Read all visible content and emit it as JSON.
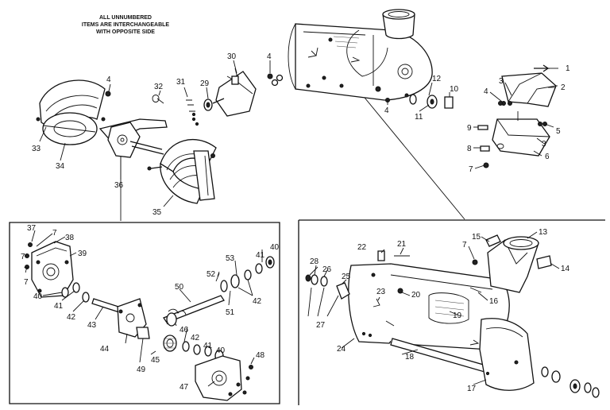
{
  "note": {
    "line1": "ALL UNNUMBERED",
    "line2": "ITEMS ARE INTERCHANGEABLE",
    "line3": "WITH OPPOSITE SIDE"
  },
  "callouts": [
    {
      "id": "c1",
      "text": "1"
    },
    {
      "id": "c2",
      "text": "2"
    },
    {
      "id": "c3a",
      "text": "3"
    },
    {
      "id": "c3b",
      "text": "3"
    },
    {
      "id": "c4a",
      "text": "4"
    },
    {
      "id": "c4b",
      "text": "4"
    },
    {
      "id": "c4c",
      "text": "4"
    },
    {
      "id": "c4d",
      "text": "4"
    },
    {
      "id": "c5",
      "text": "5"
    },
    {
      "id": "c6",
      "text": "6"
    },
    {
      "id": "c7a",
      "text": "7"
    },
    {
      "id": "c7b",
      "text": "7"
    },
    {
      "id": "c7c",
      "text": "7"
    },
    {
      "id": "c7d",
      "text": "7"
    },
    {
      "id": "c7e",
      "text": "7"
    },
    {
      "id": "c7f",
      "text": "7"
    },
    {
      "id": "c8",
      "text": "8"
    },
    {
      "id": "c9",
      "text": "9"
    },
    {
      "id": "c10",
      "text": "10"
    },
    {
      "id": "c11",
      "text": "11"
    },
    {
      "id": "c12",
      "text": "12"
    },
    {
      "id": "c13",
      "text": "13"
    },
    {
      "id": "c14",
      "text": "14"
    },
    {
      "id": "c15",
      "text": "15"
    },
    {
      "id": "c16",
      "text": "16"
    },
    {
      "id": "c17",
      "text": "17"
    },
    {
      "id": "c18",
      "text": "18"
    },
    {
      "id": "c19",
      "text": "19"
    },
    {
      "id": "c20",
      "text": "20"
    },
    {
      "id": "c21",
      "text": "21"
    },
    {
      "id": "c22",
      "text": "22"
    },
    {
      "id": "c23",
      "text": "23"
    },
    {
      "id": "c24",
      "text": "24"
    },
    {
      "id": "c25",
      "text": "25"
    },
    {
      "id": "c26",
      "text": "26"
    },
    {
      "id": "c27",
      "text": "27"
    },
    {
      "id": "c28",
      "text": "28"
    },
    {
      "id": "c29",
      "text": "29"
    },
    {
      "id": "c30",
      "text": "30"
    },
    {
      "id": "c31",
      "text": "31"
    },
    {
      "id": "c32",
      "text": "32"
    },
    {
      "id": "c33",
      "text": "33"
    },
    {
      "id": "c34",
      "text": "34"
    },
    {
      "id": "c35",
      "text": "35"
    },
    {
      "id": "c36",
      "text": "36"
    },
    {
      "id": "c37",
      "text": "37"
    },
    {
      "id": "c38",
      "text": "38"
    },
    {
      "id": "c39",
      "text": "39"
    },
    {
      "id": "c40a",
      "text": "40"
    },
    {
      "id": "c40b",
      "text": "40"
    },
    {
      "id": "c40c",
      "text": "40"
    },
    {
      "id": "c41a",
      "text": "41"
    },
    {
      "id": "c41b",
      "text": "41"
    },
    {
      "id": "c41c",
      "text": "41"
    },
    {
      "id": "c42a",
      "text": "42"
    },
    {
      "id": "c42b",
      "text": "42"
    },
    {
      "id": "c42c",
      "text": "42"
    },
    {
      "id": "c43",
      "text": "43"
    },
    {
      "id": "c44",
      "text": "44"
    },
    {
      "id": "c45",
      "text": "45"
    },
    {
      "id": "c46",
      "text": "46"
    },
    {
      "id": "c47",
      "text": "47"
    },
    {
      "id": "c48",
      "text": "48"
    },
    {
      "id": "c49",
      "text": "49"
    },
    {
      "id": "c50",
      "text": "50"
    },
    {
      "id": "c51",
      "text": "51"
    },
    {
      "id": "c52",
      "text": "52"
    },
    {
      "id": "c53",
      "text": "53"
    }
  ]
}
